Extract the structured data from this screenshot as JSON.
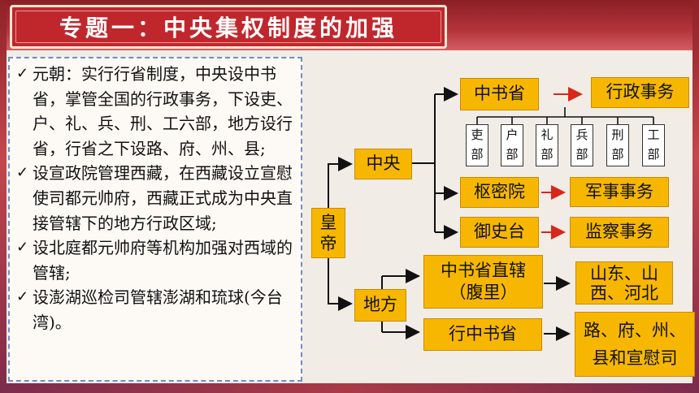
{
  "title": "专题一：中央集权制度的加强",
  "notes": [
    "元朝：实行行省制度，中央设中书省，掌管全国的行政事务，下设吏、户、礼、兵、刑、工六部，地方设行省，行省之下设路、府、州、县;",
    "设宣政院管理西藏，在西藏设立宣慰使司都元帅府，西藏正式成为中央直接管辖下的地方行政区域;",
    "设北庭都元帅府等机构加强对西域的管辖;",
    "设澎湖巡检司管辖澎湖和琉球(今台湾)。"
  ],
  "diagram": {
    "emperor": "皇帝",
    "central": "中央",
    "local": "地方",
    "zhongshu": "中书省",
    "admin_affairs": "行政事务",
    "ministries": [
      "吏部",
      "户部",
      "礼部",
      "兵部",
      "刑部",
      "工部"
    ],
    "shumi": "枢密院",
    "military": "军事事务",
    "yushi": "御史台",
    "supervision": "监察事务",
    "direct": "中书省直辖（腹里）",
    "direct_regions": "山东、山西、河北",
    "xingzhong": "行中书省",
    "sub_units": "路、府、州、县和宣慰司",
    "colors": {
      "box": "#f7b700",
      "red_arrow": "#d9261c",
      "black_arrow": "#111111",
      "title_bg": "#c0272d"
    }
  }
}
